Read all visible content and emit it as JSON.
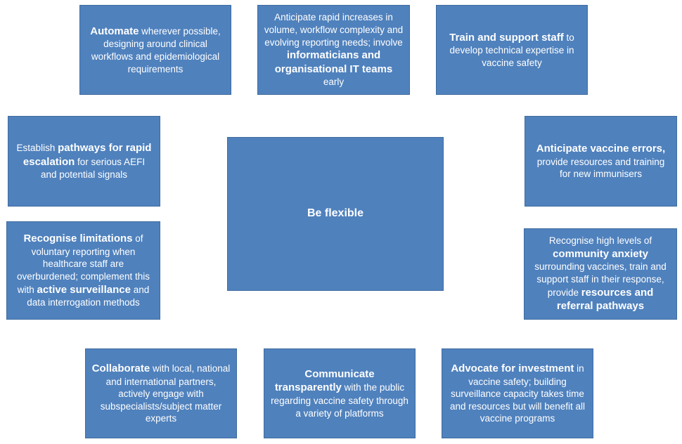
{
  "colors": {
    "box_fill": "#4f81bd",
    "box_border": "#3f6c9f",
    "text": "#ffffff"
  },
  "center": {
    "label": "Be flexible"
  },
  "automate": {
    "bold1": "Automate",
    "text1": " wherever possible, designing around clinical workflows and epidemiological requirements"
  },
  "anticipate_volume": {
    "text1": "Anticipate rapid increases in volume, workflow complexity and evolving reporting needs; involve ",
    "bold1": "informaticians and organisational IT teams",
    "text2": " early"
  },
  "train_staff": {
    "bold1": "Train and support staff",
    "text1": " to develop technical expertise in vaccine safety"
  },
  "escalation": {
    "text1": "Establish ",
    "bold1": "pathways for rapid escalation",
    "text2": " for serious AEFI and potential signals"
  },
  "vaccine_errors": {
    "bold1": "Anticipate vaccine errors,",
    "text1": " provide resources and training for new immunisers"
  },
  "limitations": {
    "bold1": "Recognise limitations",
    "text1": " of voluntary reporting when healthcare staff are overburdened; complement this with ",
    "bold2": "active surveillance",
    "text2": " and data interrogation methods"
  },
  "community_anxiety": {
    "text1": "Recognise high levels of ",
    "bold1": "community anxiety",
    "text2": " surrounding vaccines, train and support staff in their response, provide ",
    "bold2": "resources and referral pathways"
  },
  "collaborate": {
    "bold1": "Collaborate",
    "text1": " with local, national and international partners, actively engage with subspecialists/subject matter experts"
  },
  "communicate": {
    "bold1": "Communicate transparently",
    "text1": " with the public regarding vaccine safety through a variety of platforms"
  },
  "advocate": {
    "bold1": "Advocate for investment",
    "text1": " in vaccine safety; building surveillance capacity takes time and resources but will benefit all vaccine programs"
  }
}
